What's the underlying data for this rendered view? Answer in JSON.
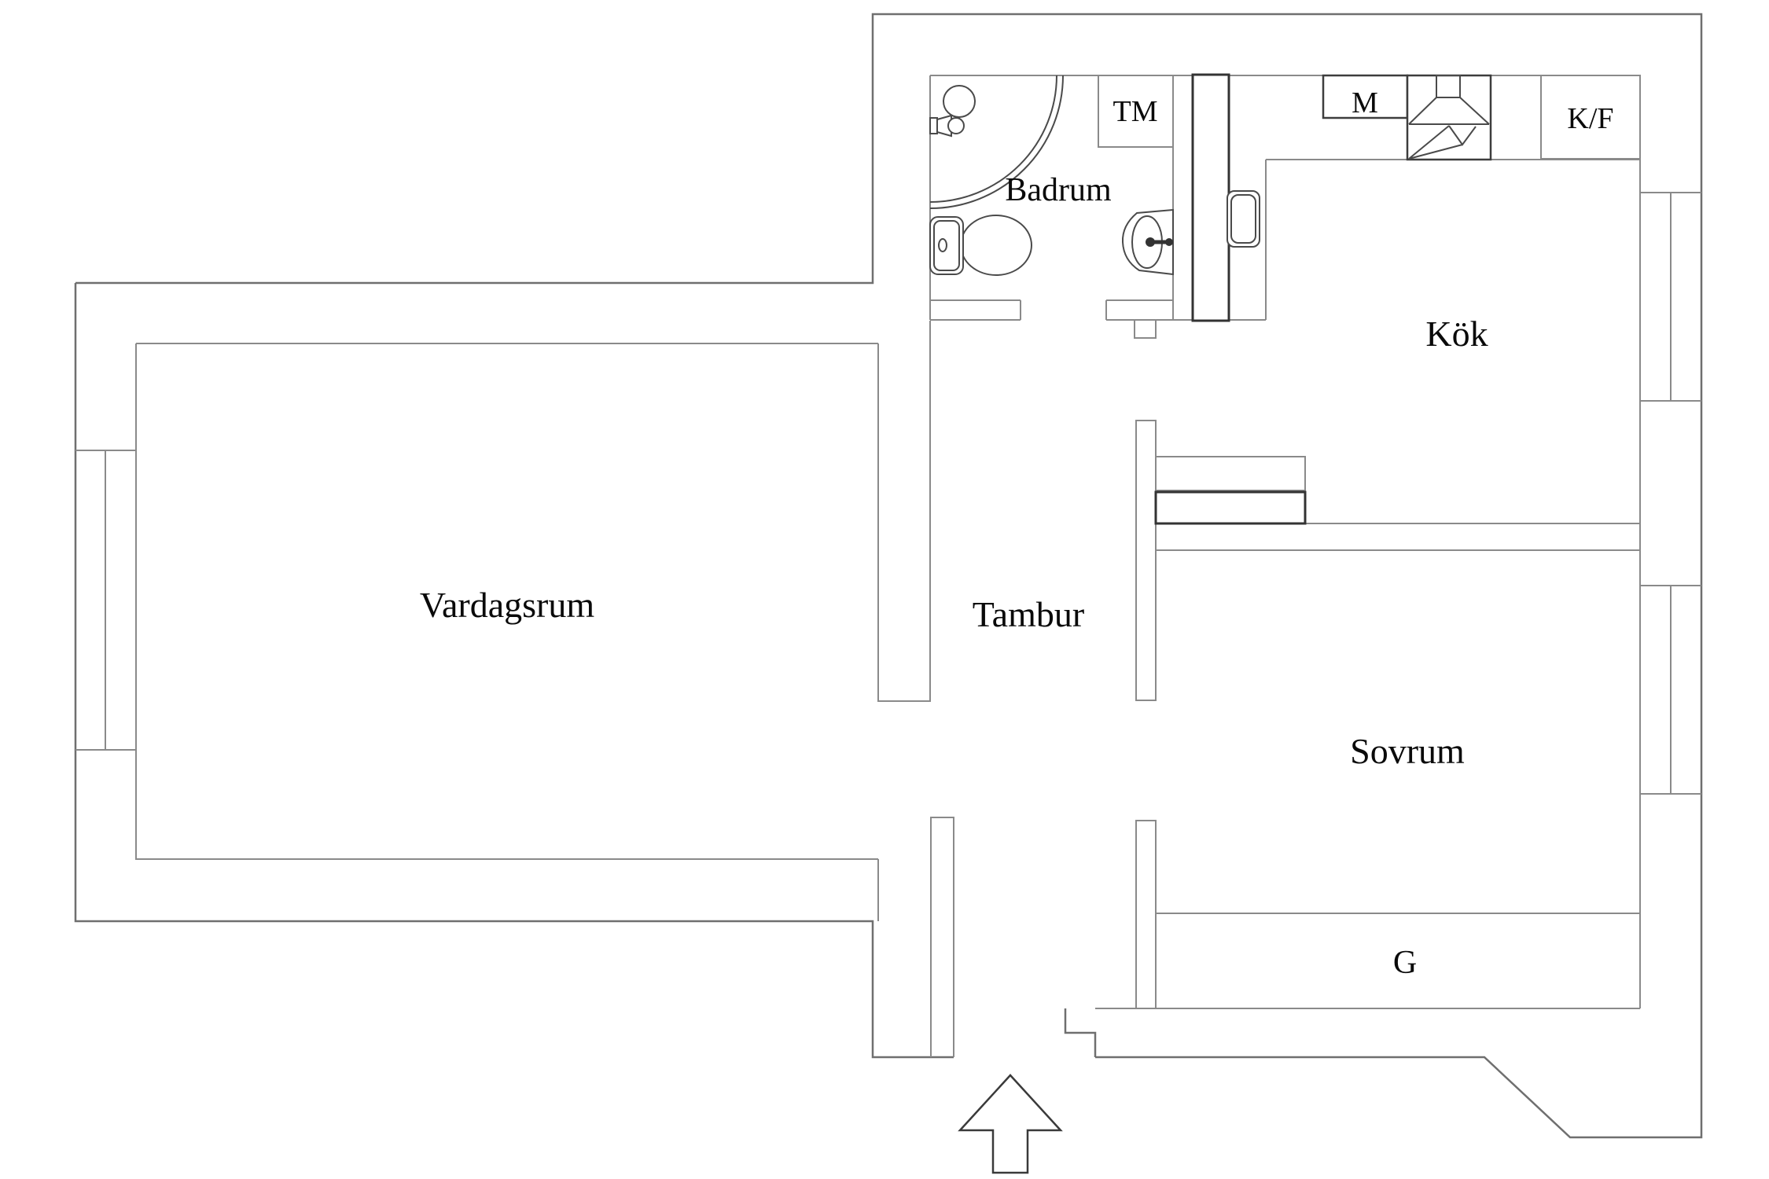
{
  "plan": {
    "type": "apartment-floor-plan",
    "labels": {
      "vardagsrum": "Vardagsrum",
      "tambur": "Tambur",
      "badrum": "Badrum",
      "kok": "Kök",
      "sovrum": "Sovrum",
      "garderob": "G",
      "washing_machine": "TM",
      "microwave": "M",
      "fridge_freezer": "K/F"
    },
    "icons": {
      "entrance": "arrow-up",
      "bathroom": [
        "corner-shower",
        "shower-head",
        "floor-drain",
        "toilet",
        "wash-basin"
      ],
      "kitchen": [
        "kitchen-sink",
        "tall-cabinet",
        "stove-with-hood",
        "counter-row"
      ],
      "bedroom": [
        "wardrobe-shelves"
      ]
    },
    "colors": {
      "background": "#ffffff",
      "wall_line": "#6f6f6f",
      "thin_line": "#8a8a8a",
      "fixture_line": "#4a4a4a",
      "text": "#0a0a0a"
    }
  }
}
